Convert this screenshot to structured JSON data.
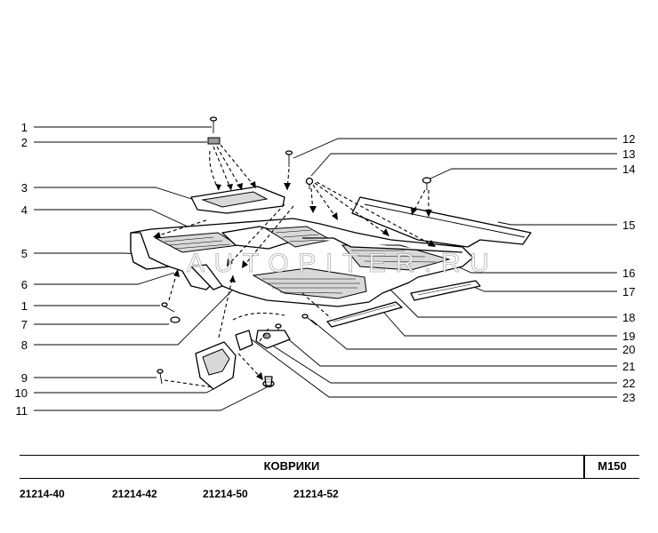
{
  "diagram": {
    "title": "КОВРИКИ",
    "code": "M150",
    "watermark": "AUTOPITER.RU",
    "models": [
      "21214-40",
      "21214-42",
      "21214-50",
      "21214-52"
    ],
    "left_callouts": [
      "1",
      "2",
      "3",
      "4",
      "5",
      "6",
      "1",
      "7",
      "8",
      "9",
      "10",
      "11"
    ],
    "right_callouts": [
      "12",
      "13",
      "14",
      "15",
      "16",
      "17",
      "18",
      "19",
      "20",
      "21",
      "22",
      "23"
    ]
  },
  "colors": {
    "line": "#000000",
    "background": "#ffffff",
    "mat_fill": "#d9d9d9",
    "watermark_outline": "#9b9b9b"
  }
}
